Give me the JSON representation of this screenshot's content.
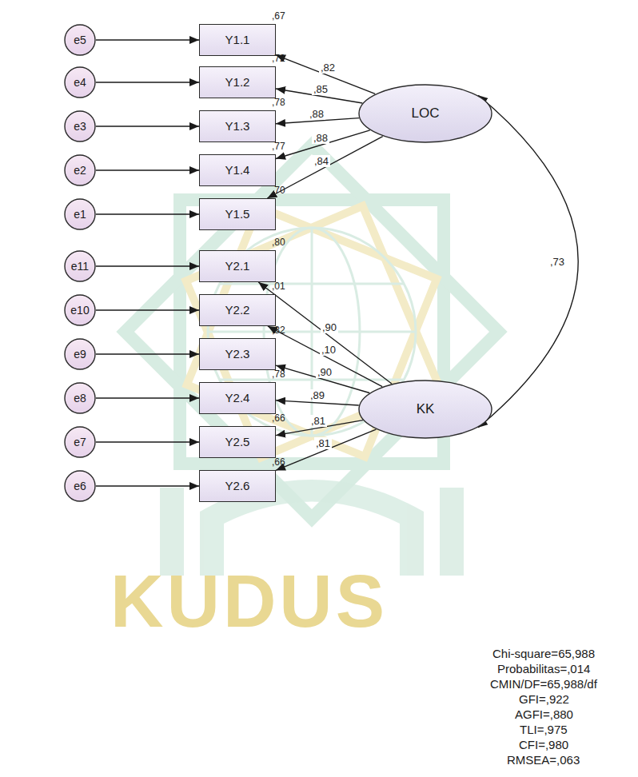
{
  "diagram": {
    "nodes": [
      {
        "text": [
          "e5"
        ]
      },
      {
        "text": [
          "Y1.1",
          ",67"
        ]
      },
      {
        "text": [
          "e4"
        ]
      },
      {
        "text": [
          "Y1.2",
          ",72"
        ]
      },
      {
        "text": [
          "e3"
        ]
      },
      {
        "text": [
          "Y1.3",
          ",78"
        ]
      },
      {
        "text": [
          "e2"
        ]
      },
      {
        "text": [
          "Y1.4",
          ",77"
        ]
      },
      {
        "text": [
          "e1"
        ]
      },
      {
        "text": [
          "Y1.5",
          ",70"
        ]
      },
      {
        "text": [
          "e11"
        ]
      },
      {
        "text": [
          "Y2.1",
          ",80"
        ]
      },
      {
        "text": [
          "e10"
        ]
      },
      {
        "text": [
          "Y2.2",
          ",01"
        ]
      },
      {
        "text": [
          "e9"
        ]
      },
      {
        "text": [
          "Y2.3",
          ",82"
        ]
      },
      {
        "text": [
          "e8"
        ]
      },
      {
        "text": [
          "Y2.4",
          ",78"
        ]
      },
      {
        "text": [
          "e7"
        ]
      },
      {
        "text": [
          "Y2.5",
          ",66"
        ]
      },
      {
        "text": [
          "e6"
        ]
      },
      {
        "text": [
          "Y2.6",
          ",66"
        ]
      },
      {
        "text": [
          "LOC"
        ]
      },
      {
        "text": [
          "KK"
        ]
      }
    ],
    "edges": [
      {
        "from": 0,
        "to": 1,
        "arrow": "to"
      },
      {
        "from": 2,
        "to": 3,
        "arrow": "to"
      },
      {
        "from": 4,
        "to": 5,
        "arrow": "to"
      },
      {
        "from": 6,
        "to": 7,
        "arrow": "to"
      },
      {
        "from": 8,
        "to": 9,
        "arrow": "to"
      },
      {
        "from": 10,
        "to": 11,
        "arrow": "to"
      },
      {
        "from": 12,
        "to": 13,
        "arrow": "to"
      },
      {
        "from": 14,
        "to": 15,
        "arrow": "to"
      },
      {
        "from": 16,
        "to": 17,
        "arrow": "to"
      },
      {
        "from": 18,
        "to": 19,
        "arrow": "to"
      },
      {
        "from": 20,
        "to": 21,
        "arrow": "to"
      },
      {
        "from": 22,
        "to": 1,
        "arrow": "to",
        "label": ",82"
      },
      {
        "from": 22,
        "to": 3,
        "arrow": "to",
        "label": ",85"
      },
      {
        "from": 22,
        "to": 5,
        "arrow": "to",
        "label": ",88"
      },
      {
        "from": 22,
        "to": 7,
        "arrow": "to",
        "label": ",88"
      },
      {
        "from": 22,
        "to": 9,
        "arrow": "to",
        "label": ",84"
      },
      {
        "from": 23,
        "to": 11,
        "arrow": "to",
        "label": ",90"
      },
      {
        "from": 23,
        "to": 13,
        "arrow": "to",
        "label": ",10"
      },
      {
        "from": 23,
        "to": 15,
        "arrow": "to",
        "label": ",90"
      },
      {
        "from": 23,
        "to": 17,
        "arrow": "to",
        "label": ",89"
      },
      {
        "from": 23,
        "to": 19,
        "arrow": "to",
        "label": ",81"
      },
      {
        "from": 23,
        "to": 21,
        "arrow": "to",
        "label": ",81"
      },
      {
        "from": 22,
        "to": 23,
        "arrow": "both",
        "label": ",73"
      }
    ],
    "labels": [
      "KUDUS",
      "Chi-square=65,988",
      "Probabilitas=,014",
      "CMIN/DF=65,988/df",
      "GFI=,922",
      "AGFI=,880",
      "TLI=,975",
      "CFI=,980",
      "RMSEA=,063"
    ]
  }
}
